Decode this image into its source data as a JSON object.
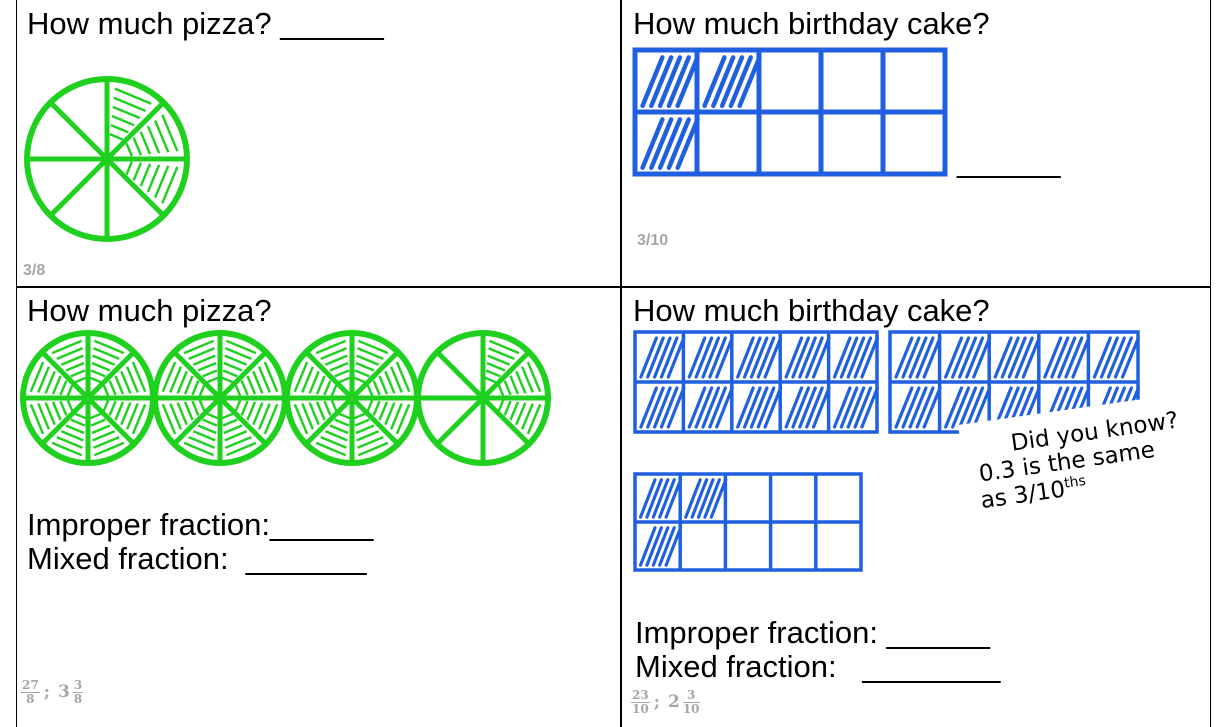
{
  "cells": {
    "top_left": {
      "question": "How much pizza? ______",
      "answer": "3/8"
    },
    "top_right": {
      "question": "How much birthday cake?",
      "blank": "______",
      "answer": "3/10"
    },
    "bottom_left": {
      "question": "How much pizza?",
      "improper_label": "Improper fraction:______",
      "mixed_label": "Mixed fraction:  _______",
      "answer": {
        "num1": "27",
        "den1": "8",
        "sep": ";",
        "whole": "3",
        "num2": "3",
        "den2": "8"
      }
    },
    "bottom_right": {
      "question": "How much birthday cake?",
      "improper_label": "Improper fraction: ______",
      "mixed_label": "Mixed fraction:   ________",
      "answer": {
        "num1": "23",
        "den1": "10",
        "sep": ";",
        "whole": "2",
        "num2": "3",
        "den2": "10"
      },
      "note": {
        "line1": "Did you know?",
        "line2": "0.3 is the same",
        "line3_prefix": "as ",
        "line3_fraction": "3/10",
        "line3_suffix": "ths"
      }
    }
  },
  "figures": {
    "pizza_color": "#1fd01f",
    "cake_color": "#1f5fe0",
    "pizza_slices": 8,
    "single_pizza_shaded_slices": 3,
    "bottom_pizzas_shaded_slices": [
      8,
      8,
      8,
      3
    ],
    "cake_grid": {
      "rows": 2,
      "cols": 5
    },
    "single_cake_shaded_cells": 3,
    "bottom_cakes_shaded_cells": [
      10,
      10,
      3
    ]
  }
}
